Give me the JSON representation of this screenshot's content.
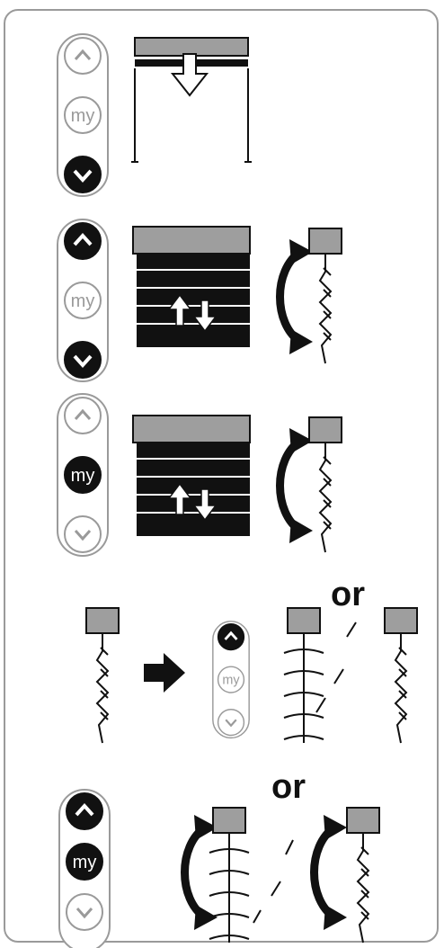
{
  "remote": {
    "my_label": "my"
  },
  "alternatives": {
    "or_label": "or"
  },
  "steps": [
    {
      "id": 1,
      "up": "outline",
      "my": "outline",
      "down": "filled"
    },
    {
      "id": 2,
      "up": "filled",
      "my": "outline",
      "down": "filled"
    },
    {
      "id": 3,
      "up": "outline",
      "my": "filled",
      "down": "outline"
    },
    {
      "id": 4,
      "up": "filled",
      "my": "outline",
      "down": "outline"
    },
    {
      "id": 5,
      "up": "filled",
      "my": "filled",
      "down": "outline"
    }
  ],
  "colors": {
    "ink": "#111111",
    "headrail": "#9e9e9e",
    "frame": "#9a9a9a",
    "rule": "#bbbbbb"
  }
}
